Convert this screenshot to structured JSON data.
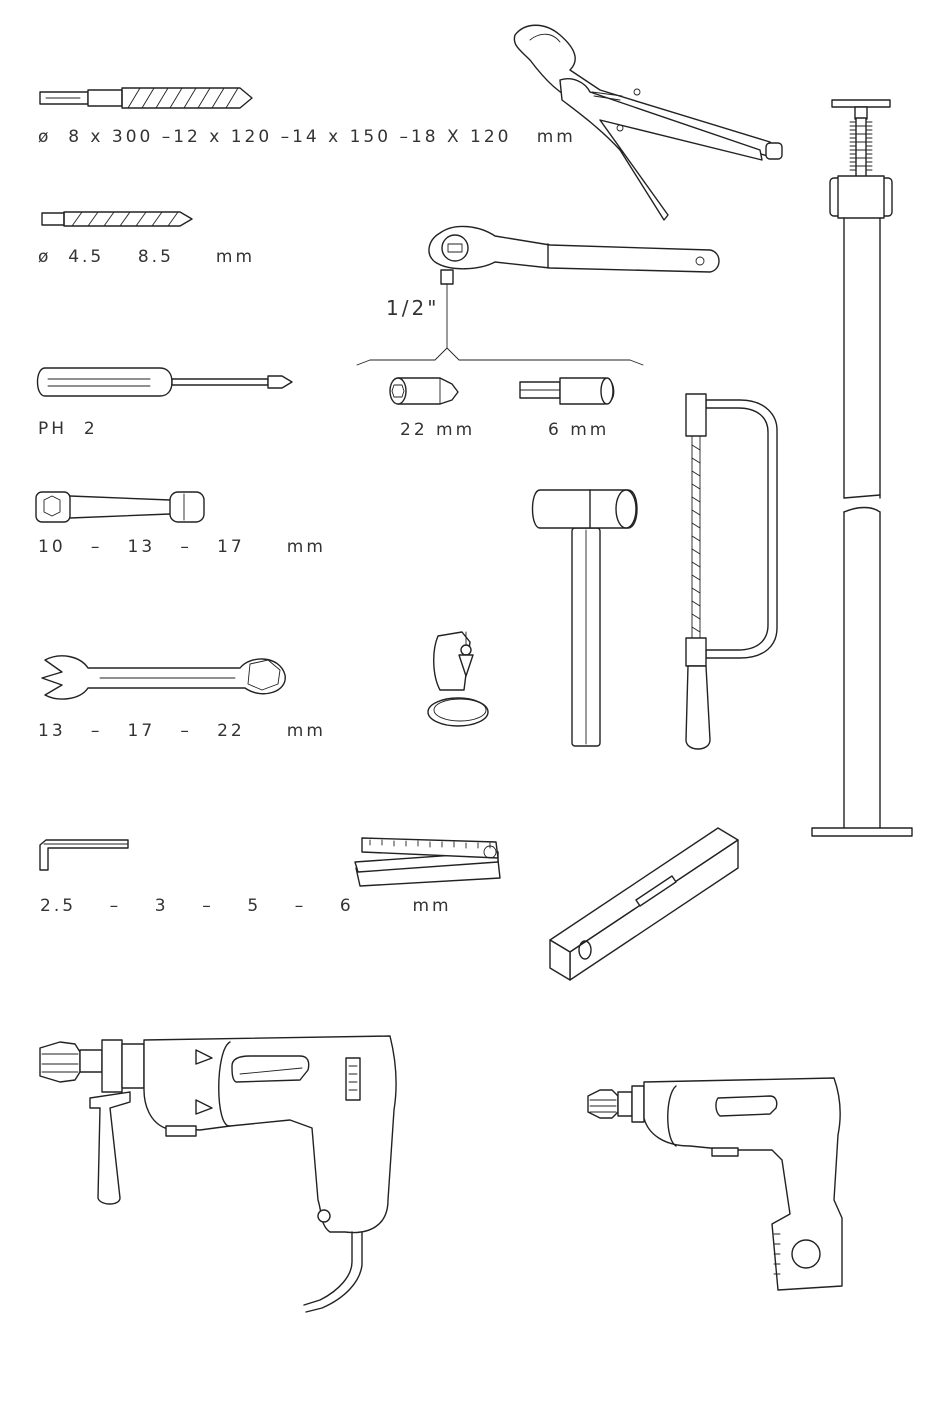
{
  "labels": {
    "sds_drill_bits": "ø  8 x 300 –12 x 120 –14 x 150 –18 X 120   mm",
    "twist_drill_bits": "ø  4.5    8.5     mm",
    "screwdriver": "PH  2",
    "ratchet_drive": "1/2\"",
    "socket_22": "22 mm",
    "hex_bit_6": "6 mm",
    "box_spanner": "10   –   13   –   17     mm",
    "combination_wrench": "13   –   17   –   22     mm",
    "hex_keys": "2.5    –    3    –    5    –    6       mm"
  },
  "icons": [
    "sds-drill-bit-icon",
    "twist-drill-bit-icon",
    "locking-pliers-icon",
    "prop-jack-icon",
    "ratchet-wrench-icon",
    "socket-icon",
    "hex-bit-socket-icon",
    "screwdriver-icon",
    "box-spanner-icon",
    "hacksaw-icon",
    "mallet-icon",
    "plumb-bob-icon",
    "combination-wrench-icon",
    "hex-key-icon",
    "folding-ruler-icon",
    "spirit-level-icon",
    "hammer-drill-icon",
    "cordless-drill-icon"
  ]
}
